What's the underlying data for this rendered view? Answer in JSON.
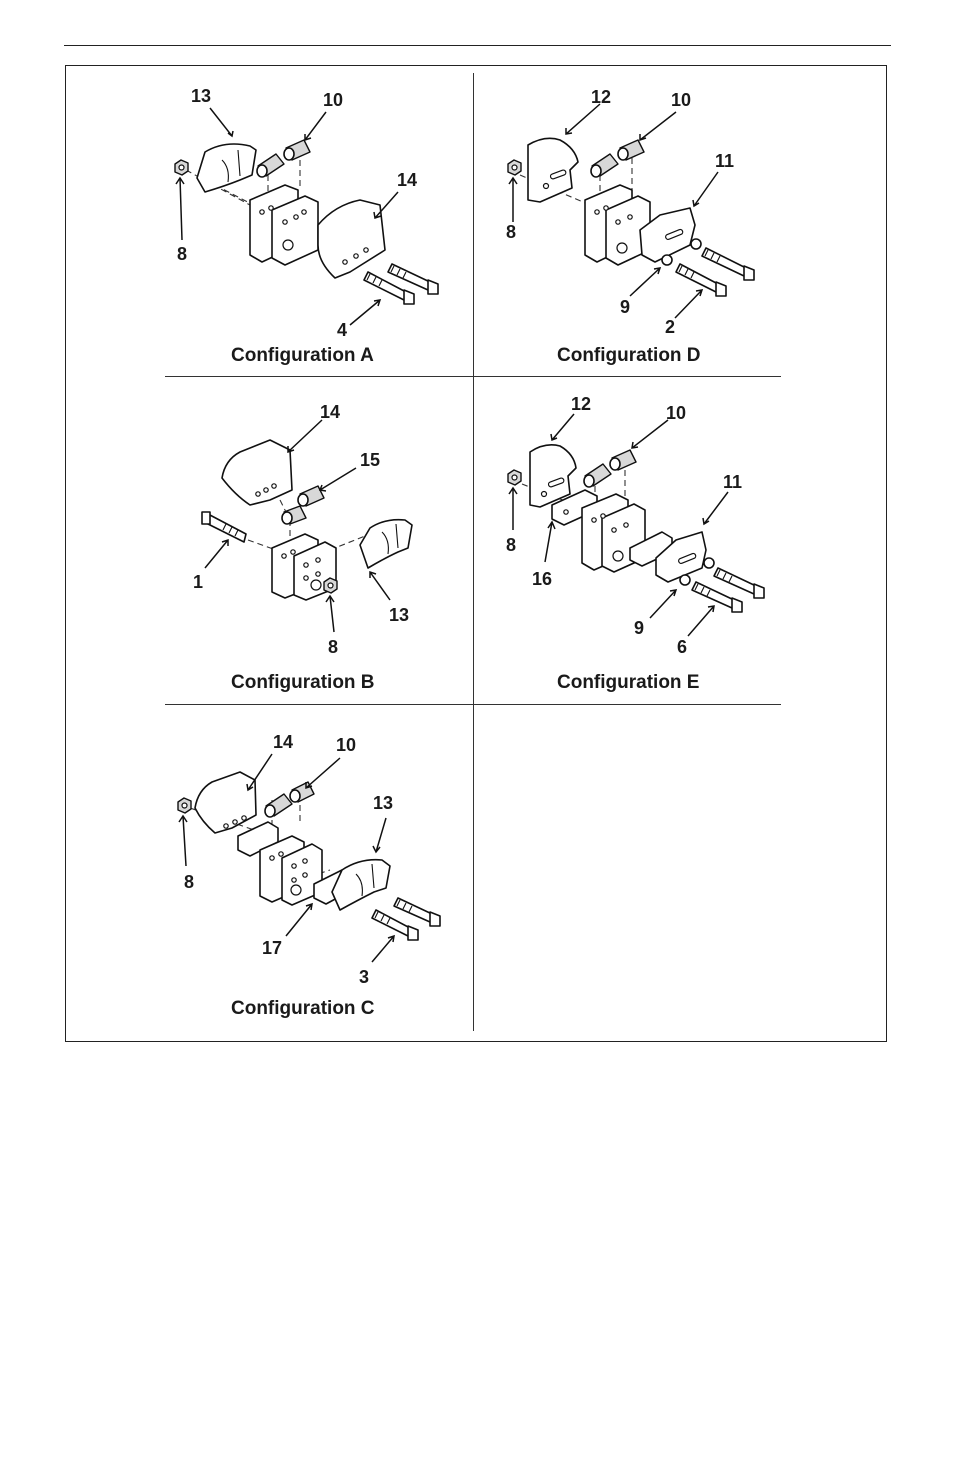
{
  "configurations": {
    "a": {
      "caption": "Configuration A",
      "callouts": {
        "c13": "13",
        "c10": "10",
        "c14": "14",
        "c8": "8",
        "c4": "4"
      }
    },
    "d": {
      "caption": "Configuration D",
      "callouts": {
        "c12": "12",
        "c10": "10",
        "c11": "11",
        "c8": "8",
        "c9": "9",
        "c2": "2"
      }
    },
    "b": {
      "caption": "Configuration B",
      "callouts": {
        "c14": "14",
        "c15": "15",
        "c1": "1",
        "c13": "13",
        "c8": "8"
      }
    },
    "e": {
      "caption": "Configuration E",
      "callouts": {
        "c12": "12",
        "c10": "10",
        "c11": "11",
        "c8": "8",
        "c16": "16",
        "c9": "9",
        "c6": "6"
      }
    },
    "c": {
      "caption": "Configuration C",
      "callouts": {
        "c14": "14",
        "c10": "10",
        "c13": "13",
        "c8": "8",
        "c17": "17",
        "c3": "3"
      }
    }
  }
}
